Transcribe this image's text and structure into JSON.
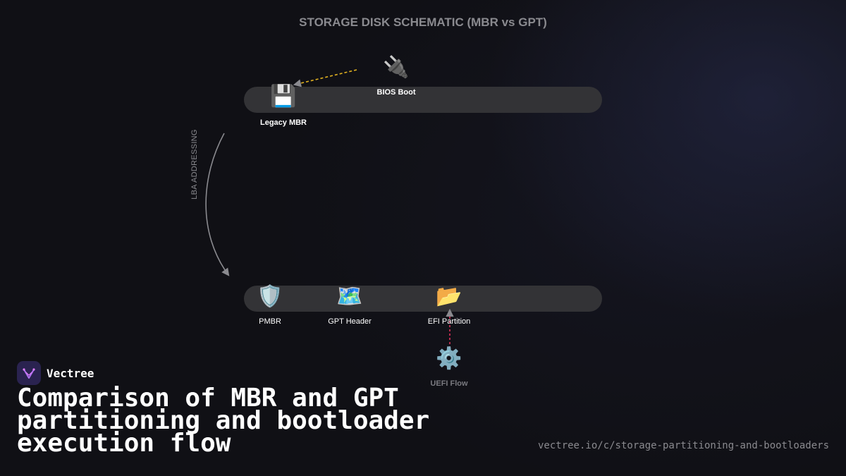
{
  "diagram": {
    "title": "STORAGE DISK SCHEMATIC (MBR vs GPT)",
    "side_label": "LBA ADDRESSING",
    "nodes": {
      "legacy_mbr": {
        "label": "Legacy MBR",
        "icon": "floppy-disk-icon"
      },
      "bios_boot": {
        "label": "BIOS Boot",
        "icon": "electric-plug-icon"
      },
      "pmbr": {
        "label": "PMBR",
        "icon": "shield-icon"
      },
      "gpt_header": {
        "label": "GPT Header",
        "icon": "map-icon"
      },
      "efi_partition": {
        "label": "EFI Partition",
        "icon": "open-folder-icon"
      },
      "uefi_flow": {
        "label": "UEFI Flow",
        "icon": "gear-icon"
      }
    },
    "connectors": {
      "bios_to_mbr": {
        "style": "dashed",
        "color": "#e0b020"
      },
      "uefi_to_efi": {
        "style": "dashed",
        "color": "#e0305a"
      },
      "lba_curve": {
        "color": "#8a8a8f"
      }
    }
  },
  "footer": {
    "brand": "Vectree",
    "headline": "Comparison of MBR and GPT partitioning and bootloader execution flow",
    "url": "vectree.io/c/storage-partitioning-and-bootloaders"
  }
}
